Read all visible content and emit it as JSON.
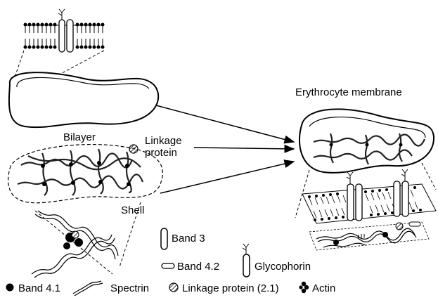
{
  "labels": {
    "erythrocyte_membrane": "Erythrocyte membrane",
    "bilayer": "Bilayer",
    "linkage_protein": [
      "Linkage",
      "protein"
    ],
    "shell": "Shell",
    "band3": "Band 3",
    "band42": "Band 4.2",
    "glycophorin": "Glycophorin"
  },
  "legend": {
    "band41": "Band 4.1",
    "spectrin": "Spectrin",
    "linkage_protein_21": "Linkage protein (2.1)",
    "actin": "Actin"
  },
  "colors": {
    "ink": "#000000",
    "background": "#ffffff",
    "hatch": "#555555"
  }
}
